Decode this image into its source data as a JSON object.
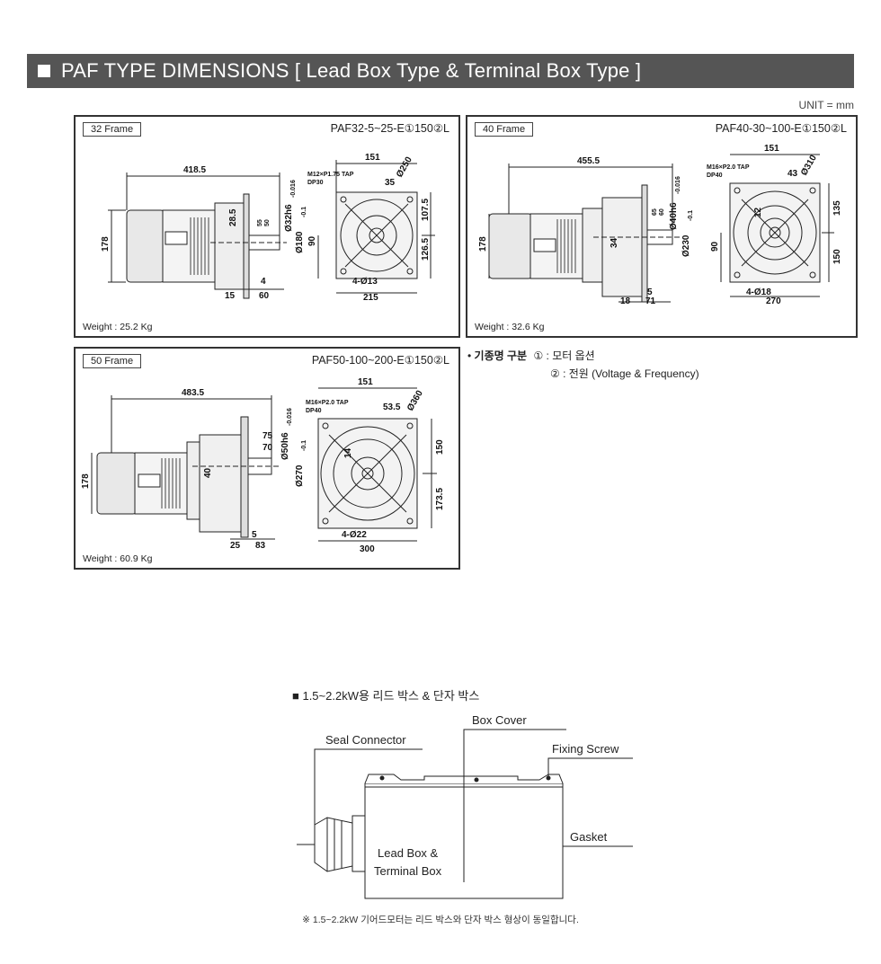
{
  "header": {
    "title": "PAF TYPE DIMENSIONS [ Lead Box Type & Terminal Box Type ]",
    "unit": "UNIT = mm"
  },
  "panels": {
    "p32": {
      "frame": "32 Frame",
      "model": "PAF32-5~25-E①150②L",
      "weight": "Weight : 25.2 Kg",
      "dims": {
        "length": "418.5",
        "pcd": "151",
        "bolt_off": "35",
        "flange": "Ø250",
        "tap": "M12×P1.75 TAP",
        "tap_depth": "DP30",
        "key1": "28.5",
        "key2": "Ø32h6",
        "pilot": "Ø180",
        "height": "178",
        "shaft_h": "90",
        "up": "107.5",
        "down": "126.5",
        "holes": "4-Ø13",
        "width": "215",
        "gap": "4",
        "sl1": "15",
        "sl2": "60",
        "s1": "55",
        "s2": "50",
        "tol1": "-0.016",
        "tol2": "-0.1"
      }
    },
    "p40": {
      "frame": "40 Frame",
      "model": "PAF40-30~100-E①150②L",
      "weight": "Weight : 32.6 Kg",
      "dims": {
        "length": "455.5",
        "pcd": "151",
        "bolt_off": "43",
        "flange": "Ø310",
        "tap": "M16×P2.0 TAP",
        "tap_depth": "DP40",
        "key1": "34",
        "key2": "Ø40h6",
        "pilot": "Ø230",
        "height": "178",
        "shaft_h": "90",
        "side_a": "12",
        "up": "135",
        "down": "150",
        "holes": "4-Ø18",
        "width": "270",
        "gap": "5",
        "sl1": "18",
        "sl2": "71",
        "s1": "65",
        "s2": "60",
        "tol1": "-0.016",
        "tol2": "-0.1"
      }
    },
    "p50": {
      "frame": "50 Frame",
      "model": "PAF50-100~200-E①150②L",
      "weight": "Weight : 60.9 Kg",
      "dims": {
        "length": "483.5",
        "pcd": "151",
        "bolt_off": "53.5",
        "flange": "Ø360",
        "tap": "M16×P2.0 TAP",
        "tap_depth": "DP40",
        "key1": "40",
        "key2": "Ø50h6",
        "pilot": "Ø270",
        "height": "178",
        "side_a": "14",
        "up": "150",
        "down": "173.5",
        "holes": "4-Ø22",
        "width": "300",
        "gap": "5",
        "sl1": "25",
        "sl2": "83",
        "s1": "75",
        "s2": "70",
        "tol1": "-0.016",
        "tol2": "-0.1"
      }
    }
  },
  "notes": {
    "bullet": "•",
    "label": "기종명 구분",
    "item1": "① : 모터 옵션",
    "item2": "② : 전원 (Voltage & Frequency)"
  },
  "leadbox": {
    "title": "■ 1.5~2.2kW용 리드 박스 & 단자 박스",
    "box_cover": "Box Cover",
    "seal_connector": "Seal Connector",
    "fixing_screw": "Fixing Screw",
    "gasket": "Gasket",
    "lead_box_1": "Lead Box &",
    "lead_box_2": "Terminal Box",
    "footnote": "※ 1.5~2.2kW 기어드모터는 리드 박스와 단자 박스 형상이 동일합니다."
  }
}
